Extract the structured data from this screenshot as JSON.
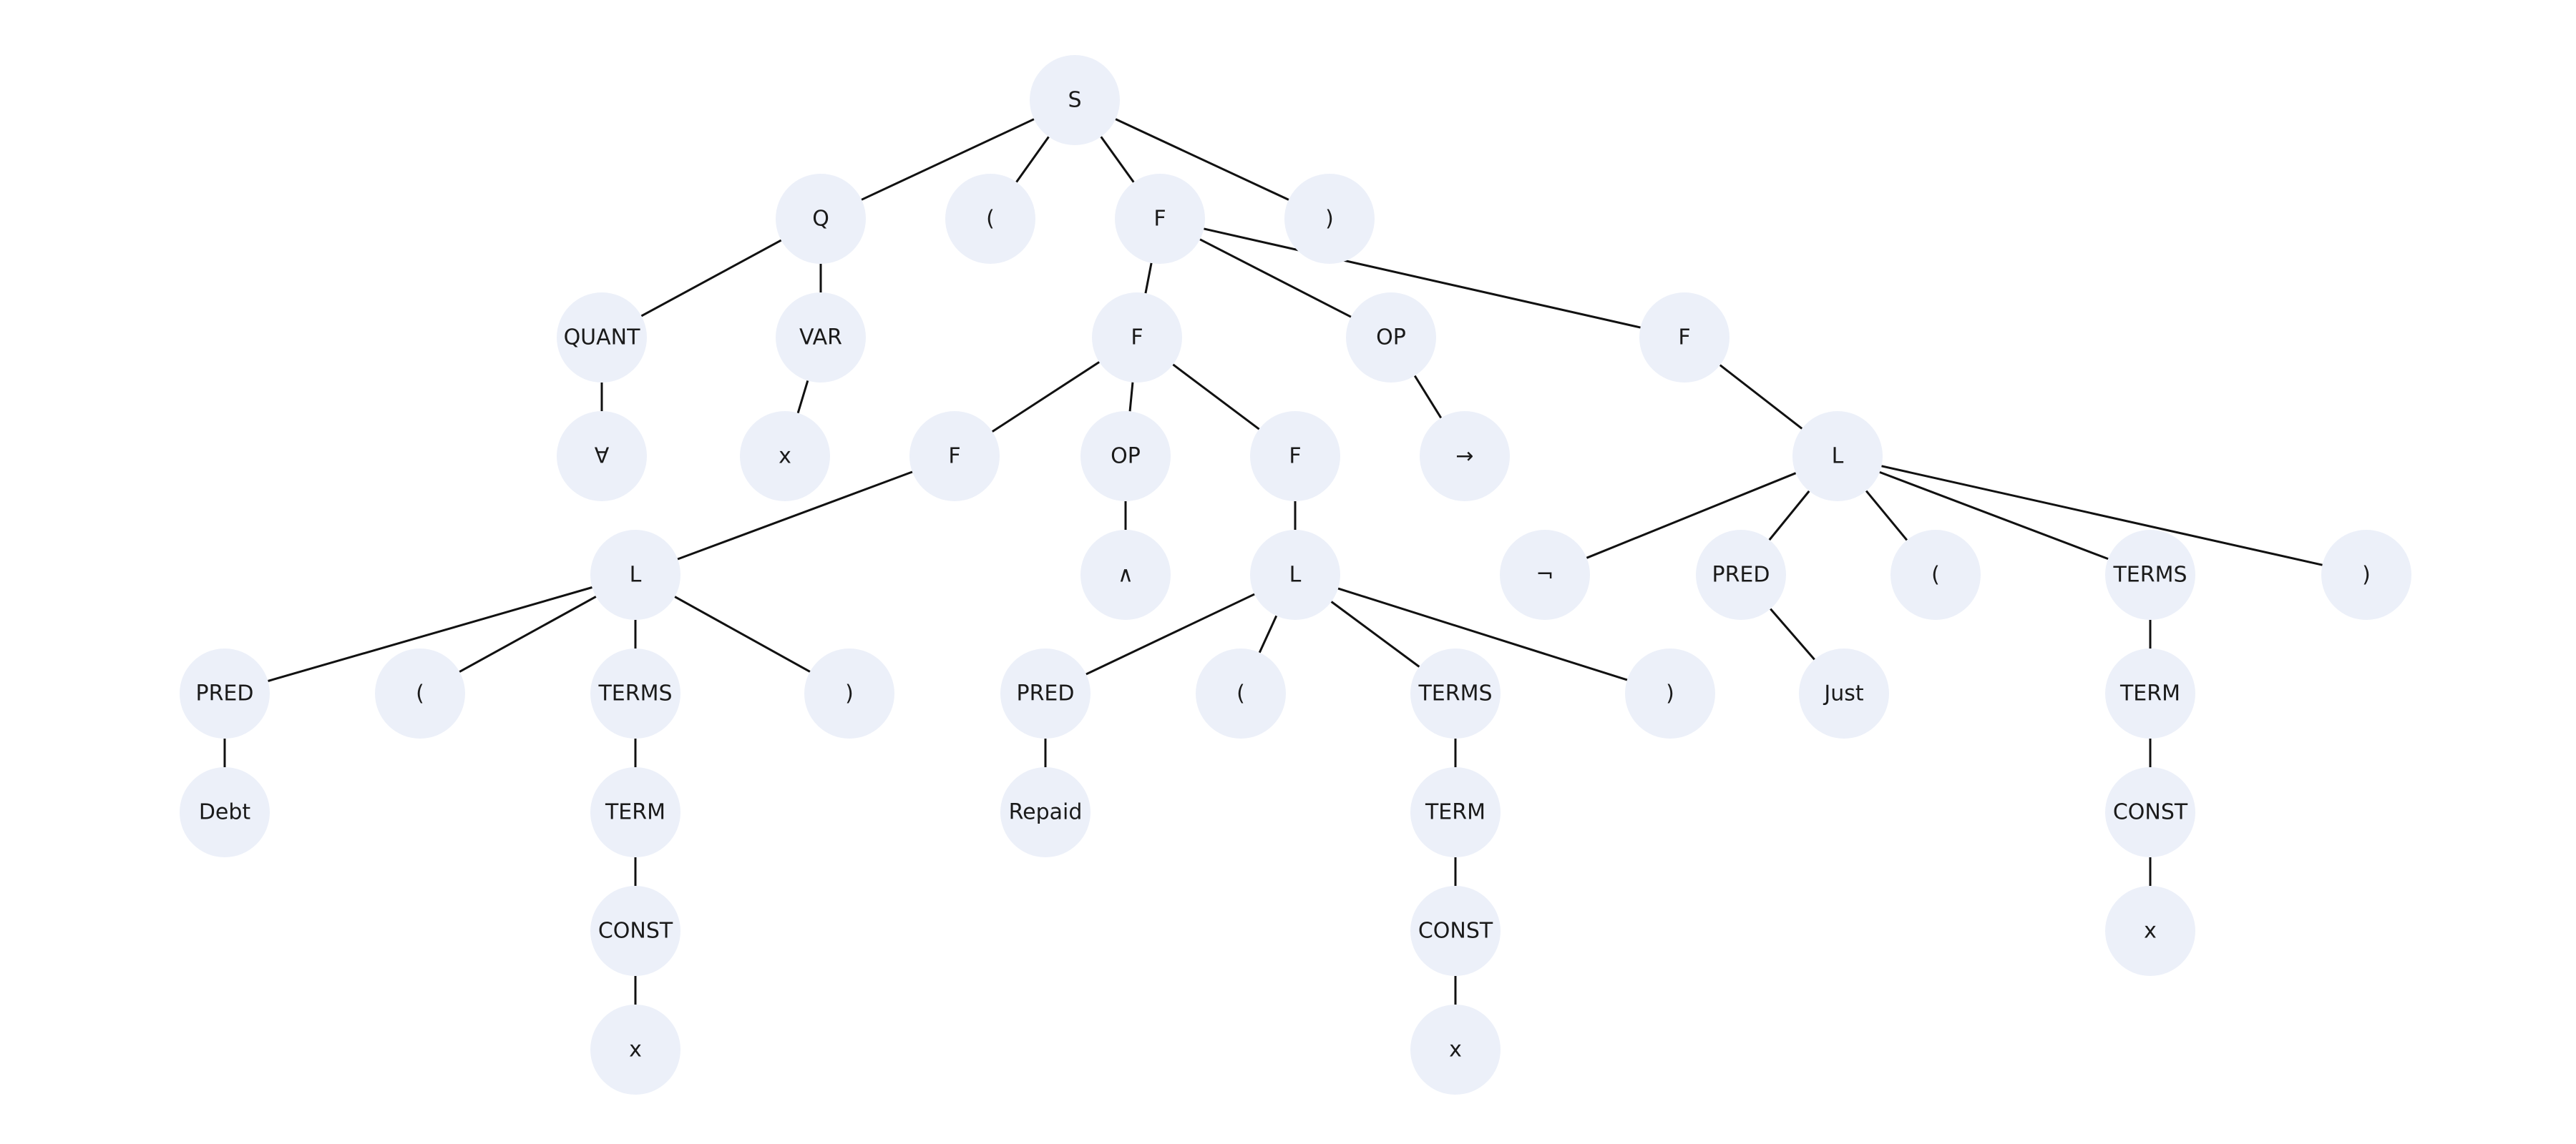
{
  "nodes": [
    {
      "id": "s",
      "label": "S"
    },
    {
      "id": "q",
      "label": "Q"
    },
    {
      "id": "lp_top",
      "label": "("
    },
    {
      "id": "f_top",
      "label": "F"
    },
    {
      "id": "rp_top",
      "label": ")"
    },
    {
      "id": "quant",
      "label": "QUANT"
    },
    {
      "id": "var",
      "label": "VAR"
    },
    {
      "id": "forall",
      "label": "∀"
    },
    {
      "id": "x_var",
      "label": "x"
    },
    {
      "id": "f_mid",
      "label": "F"
    },
    {
      "id": "op_imp",
      "label": "OP"
    },
    {
      "id": "f_right",
      "label": "F"
    },
    {
      "id": "imp",
      "label": "→"
    },
    {
      "id": "f_left",
      "label": "F"
    },
    {
      "id": "op_and",
      "label": "OP"
    },
    {
      "id": "f_and_r",
      "label": "F"
    },
    {
      "id": "and",
      "label": "∧"
    },
    {
      "id": "l_debt",
      "label": "L"
    },
    {
      "id": "l_repaid",
      "label": "L"
    },
    {
      "id": "l_just",
      "label": "L"
    },
    {
      "id": "pred_debt",
      "label": "PRED"
    },
    {
      "id": "lp_debt",
      "label": "("
    },
    {
      "id": "terms_debt",
      "label": "TERMS"
    },
    {
      "id": "rp_debt",
      "label": ")"
    },
    {
      "id": "debt",
      "label": "Debt"
    },
    {
      "id": "term_debt",
      "label": "TERM"
    },
    {
      "id": "const_debt",
      "label": "CONST"
    },
    {
      "id": "x_debt",
      "label": "x"
    },
    {
      "id": "pred_rep",
      "label": "PRED"
    },
    {
      "id": "lp_rep",
      "label": "("
    },
    {
      "id": "terms_rep",
      "label": "TERMS"
    },
    {
      "id": "rp_rep",
      "label": ")"
    },
    {
      "id": "repaid",
      "label": "Repaid"
    },
    {
      "id": "term_rep",
      "label": "TERM"
    },
    {
      "id": "const_rep",
      "label": "CONST"
    },
    {
      "id": "x_rep",
      "label": "x"
    },
    {
      "id": "neg",
      "label": "¬"
    },
    {
      "id": "pred_just",
      "label": "PRED"
    },
    {
      "id": "lp_just",
      "label": "("
    },
    {
      "id": "terms_just",
      "label": "TERMS"
    },
    {
      "id": "rp_just",
      "label": ")"
    },
    {
      "id": "just",
      "label": "Just"
    },
    {
      "id": "term_just",
      "label": "TERM"
    },
    {
      "id": "const_just",
      "label": "CONST"
    },
    {
      "id": "x_just",
      "label": "x"
    }
  ],
  "edges": [
    [
      "s",
      "q"
    ],
    [
      "s",
      "lp_top"
    ],
    [
      "s",
      "f_top"
    ],
    [
      "s",
      "rp_top"
    ],
    [
      "q",
      "quant"
    ],
    [
      "q",
      "var"
    ],
    [
      "quant",
      "forall"
    ],
    [
      "var",
      "x_var"
    ],
    [
      "f_top",
      "f_mid"
    ],
    [
      "f_top",
      "op_imp"
    ],
    [
      "f_top",
      "f_right"
    ],
    [
      "op_imp",
      "imp"
    ],
    [
      "f_mid",
      "f_left"
    ],
    [
      "f_mid",
      "op_and"
    ],
    [
      "f_mid",
      "f_and_r"
    ],
    [
      "op_and",
      "and"
    ],
    [
      "f_left",
      "l_debt"
    ],
    [
      "f_and_r",
      "l_repaid"
    ],
    [
      "f_right",
      "l_just"
    ],
    [
      "l_debt",
      "pred_debt"
    ],
    [
      "l_debt",
      "lp_debt"
    ],
    [
      "l_debt",
      "terms_debt"
    ],
    [
      "l_debt",
      "rp_debt"
    ],
    [
      "pred_debt",
      "debt"
    ],
    [
      "terms_debt",
      "term_debt"
    ],
    [
      "term_debt",
      "const_debt"
    ],
    [
      "const_debt",
      "x_debt"
    ],
    [
      "l_repaid",
      "pred_rep"
    ],
    [
      "l_repaid",
      "lp_rep"
    ],
    [
      "l_repaid",
      "terms_rep"
    ],
    [
      "l_repaid",
      "rp_rep"
    ],
    [
      "pred_rep",
      "repaid"
    ],
    [
      "terms_rep",
      "term_rep"
    ],
    [
      "term_rep",
      "const_rep"
    ],
    [
      "const_rep",
      "x_rep"
    ],
    [
      "l_just",
      "neg"
    ],
    [
      "l_just",
      "pred_just"
    ],
    [
      "l_just",
      "lp_just"
    ],
    [
      "l_just",
      "terms_just"
    ],
    [
      "l_just",
      "rp_just"
    ],
    [
      "pred_just",
      "just"
    ],
    [
      "terms_just",
      "term_just"
    ],
    [
      "term_just",
      "const_just"
    ],
    [
      "const_just",
      "x_just"
    ]
  ],
  "colors": {
    "node_fill": "#ecf0f9",
    "edge": "#111111",
    "text": "#1a1a1a"
  }
}
